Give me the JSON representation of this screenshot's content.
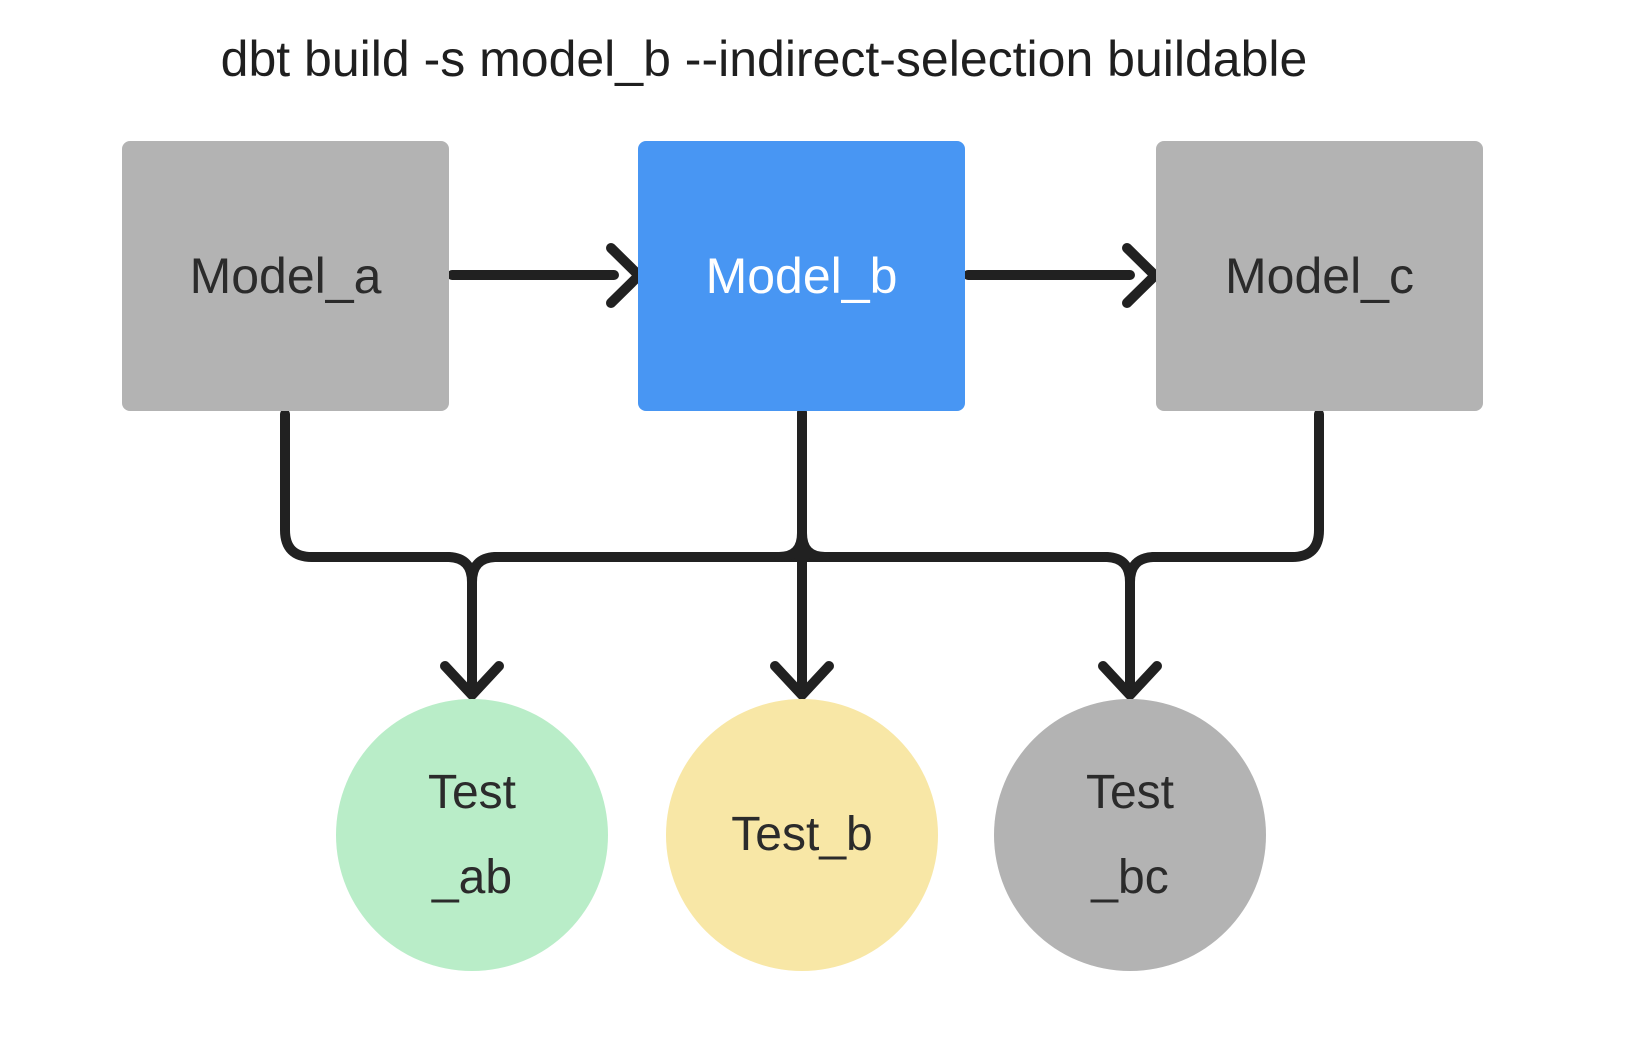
{
  "title": "dbt build -s model_b --indirect-selection buildable",
  "colors": {
    "selected_node_blue": "#4896f3",
    "unselected_node_gray": "#b3b3b3",
    "test_green": "#b9edc8",
    "test_yellow": "#f8e7a6",
    "connector_black": "#212121",
    "background": "#ffffff"
  },
  "nodes": {
    "model_a": {
      "label": "Model_a",
      "fill": "#b3b3b3"
    },
    "model_b": {
      "label": "Model_b",
      "fill": "#4896f3"
    },
    "model_c": {
      "label": "Model_c",
      "fill": "#b3b3b3"
    },
    "test_ab": {
      "line1": "Test",
      "line2": "_ab",
      "fill": "#b9edc8"
    },
    "test_b": {
      "label": "Test_b",
      "fill": "#f8e7a6"
    },
    "test_bc": {
      "line1": "Test",
      "line2": "_bc",
      "fill": "#b3b3b3"
    }
  },
  "edges": [
    {
      "from": "model_a",
      "to": "model_b"
    },
    {
      "from": "model_b",
      "to": "model_c"
    },
    {
      "from": "model_a",
      "to": "test_ab"
    },
    {
      "from": "model_b",
      "to": "test_ab"
    },
    {
      "from": "model_b",
      "to": "test_b"
    },
    {
      "from": "model_b",
      "to": "test_bc"
    },
    {
      "from": "model_c",
      "to": "test_bc"
    }
  ]
}
